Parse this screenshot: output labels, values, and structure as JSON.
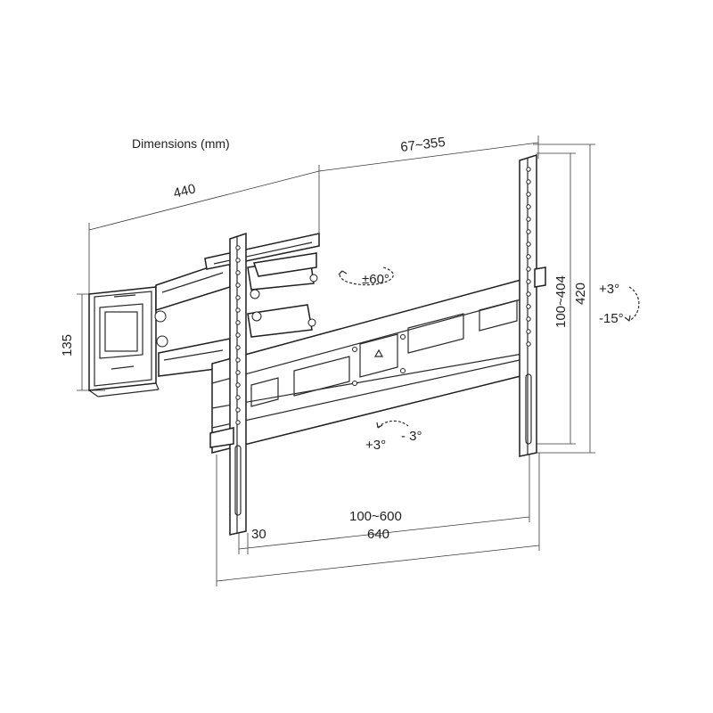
{
  "title": "Dimensions (mm)",
  "dimensions": {
    "arm_length": "440",
    "extension": "67~355",
    "wall_plate_height": "135",
    "swivel": "±60°",
    "tilt_up": "+3°",
    "tilt_down": "-15°",
    "vesa_vertical": "100~404",
    "bracket_height": "420",
    "rotate_plus": "+3°",
    "rotate_minus": "- 3°",
    "vesa_horizontal": "100~600",
    "offset": "30",
    "overall_width": "640"
  }
}
